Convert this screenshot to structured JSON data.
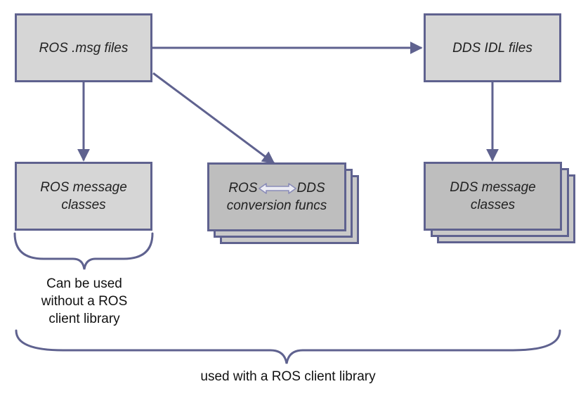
{
  "nodes": {
    "ros_msg": {
      "label": "ROS .msg files"
    },
    "dds_idl": {
      "label": "DDS IDL files"
    },
    "ros_classes": {
      "line1": "ROS message",
      "line2": "classes"
    },
    "conversion": {
      "left": "ROS",
      "right": "DDS",
      "line2": "conversion funcs"
    },
    "dds_classes": {
      "line1": "DDS message",
      "line2": "classes"
    }
  },
  "captions": {
    "standalone": {
      "line1": "Can be used",
      "line2": "without a ROS",
      "line3": "client library"
    },
    "with_client": "used with a ROS client library"
  },
  "colors": {
    "stroke": "#5f628f",
    "box_fill": "#d6d6d6",
    "box_fill_dark": "#bebebe",
    "arrow_accent": "#8a8cb8"
  }
}
